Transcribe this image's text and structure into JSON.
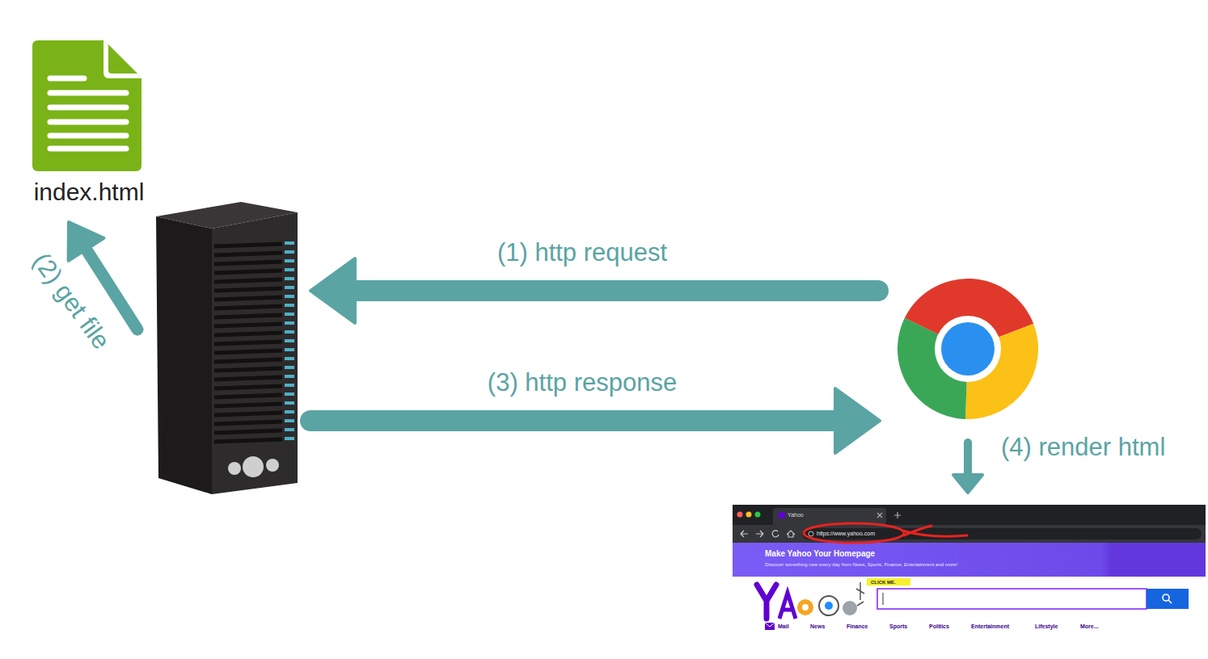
{
  "diagram": {
    "nodes": [
      {
        "text": [
          "index.html"
        ]
      },
      {
        "text": []
      },
      {
        "text": []
      },
      {
        "text": [
          "Yahoo",
          "https://www.yahoo.com",
          "Make Yahoo Your Homepage",
          "Discover something new every day from News, Sports, Finance, Entertainment and more!",
          "CLICK ME.",
          "Mail",
          "News",
          "Finance",
          "Sports",
          "Politics",
          "Entertainment",
          "Lifestyle",
          "More..."
        ]
      }
    ],
    "edges": [
      {
        "from": 2,
        "to": 1,
        "label": "(1) http request",
        "arrow": "to"
      },
      {
        "from": 1,
        "to": 0,
        "label": "(2) get file",
        "arrow": "to"
      },
      {
        "from": 1,
        "to": 2,
        "label": "(3) http response",
        "arrow": "to"
      },
      {
        "from": 2,
        "to": 3,
        "label": "(4) render html",
        "arrow": "to"
      }
    ]
  }
}
